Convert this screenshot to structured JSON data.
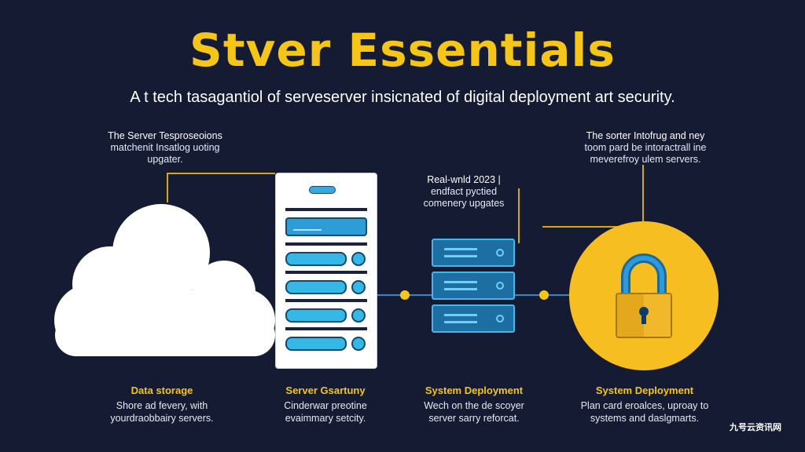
{
  "title": "Stver Essentials",
  "subtitle": "A t tech tasagantiol of serveserver insicnated of digital deployment art security.",
  "notes": {
    "left": [
      "The Server Tesproseoions",
      "matchenit Insatlog uoting",
      "upgater."
    ],
    "middle": [
      "Real-wnld 2023 |",
      "endfact pyctied",
      "comenery upgates"
    ],
    "right": [
      "The sorter Intofrug and ney",
      "toom pard be intoractrall ine",
      "meverefroy ulem servers."
    ]
  },
  "labels": [
    {
      "title": "Data storage",
      "desc": [
        "Shore ad fevery, with",
        "yourdraobbairy servers."
      ]
    },
    {
      "title": "Server Gsartuny",
      "desc": [
        "Cinderwar preotine",
        "evaimmary setcity."
      ]
    },
    {
      "title": "System Deployment",
      "desc": [
        "Wech on the de scoyer",
        "server sarry reforcat."
      ]
    },
    {
      "title": "System Deployment",
      "desc": [
        "Plan card eroalces, uproay to",
        "systems and daslgmarts."
      ]
    }
  ],
  "watermark": "九号云资讯网",
  "colors": {
    "background": "#141b33",
    "accent": "#f5c518",
    "server_blue": "#35b8e6",
    "rack_blue": "#1c6ea3"
  }
}
